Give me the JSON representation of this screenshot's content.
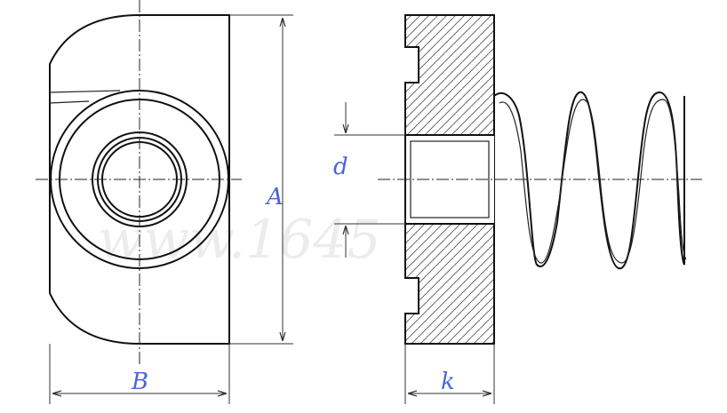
{
  "labels": {
    "A": "A",
    "B": "B",
    "d": "d",
    "k": "k"
  },
  "watermark": "www.1645",
  "colors": {
    "dimension_label": "#4a66d6",
    "line": "#111111",
    "watermark": "#ececec"
  }
}
